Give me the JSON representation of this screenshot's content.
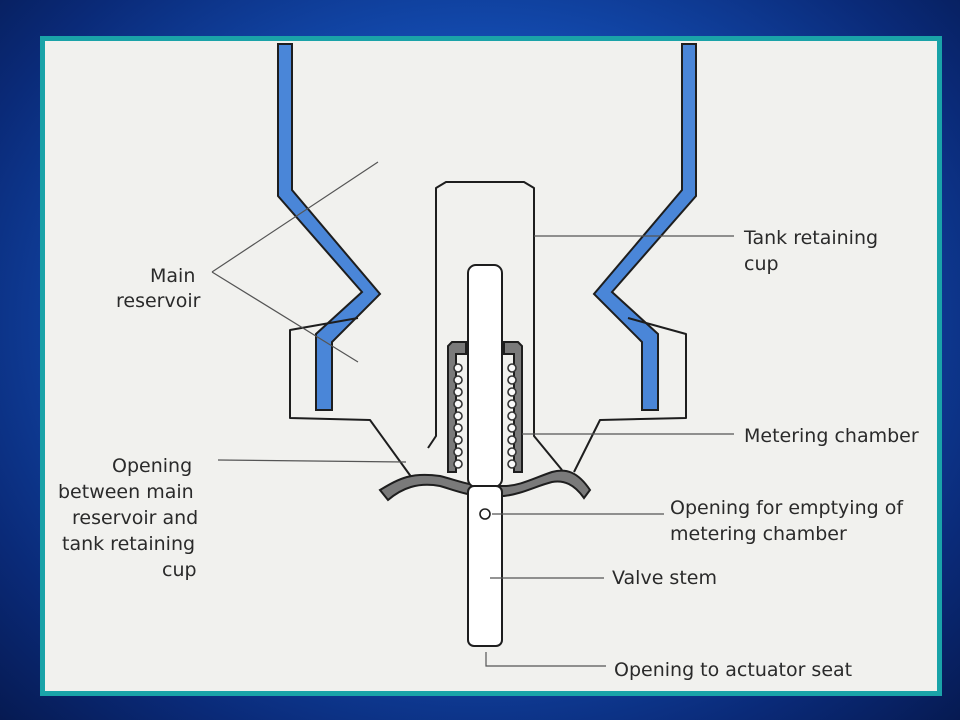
{
  "diagram": {
    "labels": {
      "main_reservoir_1": "Main",
      "main_reservoir_2": "reservoir",
      "tank_cup_1": "Tank retaining",
      "tank_cup_2": "cup",
      "metering_chamber": "Metering chamber",
      "opening_between_1": "Opening",
      "opening_between_2": "between main",
      "opening_between_3": "reservoir and",
      "opening_between_4": "tank retaining",
      "opening_between_5": "cup",
      "opening_emptying_1": "Opening for emptying of",
      "opening_emptying_2": "metering chamber",
      "valve_stem": "Valve stem",
      "opening_actuator": "Opening to actuator seat"
    },
    "colors": {
      "frame": "#1aa3a8",
      "paper": "#f1f1ee",
      "reservoir_wall": "#4a86d8",
      "gasket": "#7a7a7a"
    }
  }
}
